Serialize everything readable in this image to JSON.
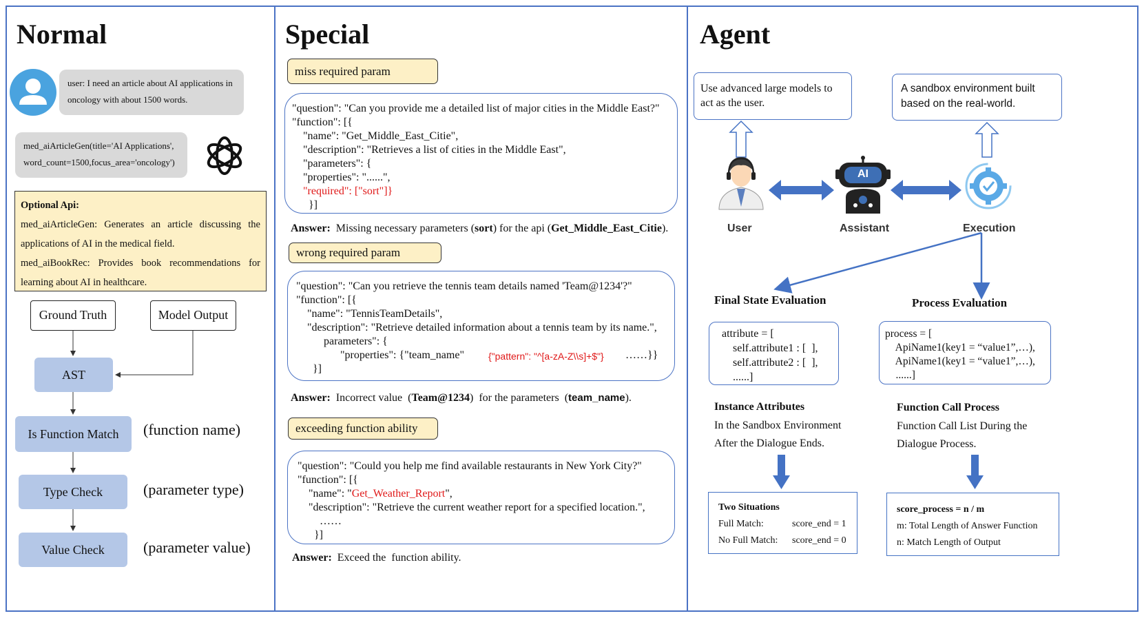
{
  "headings": {
    "normal": "Normal",
    "special": "Special",
    "agent": "Agent"
  },
  "normal": {
    "user_message": "user: I need an article about AI applications in oncology with about 1500 words.",
    "assistant_call": "med_aiArticleGen(title='AI   Applications', word_count=1500,focus_area='oncology')",
    "optional_api": {
      "title": "Optional Api:",
      "line1": "med_aiArticleGen: Generates an article discussing the applications of AI in the medical field.",
      "line2": "med_aiBookRec: Provides book recommendations for learning about AI in healthcare."
    },
    "ground_truth": "Ground Truth",
    "model_output": "Model Output",
    "ast": "AST",
    "steps": [
      {
        "label": "Is Function Match",
        "note": "(function name)"
      },
      {
        "label": "Type Check",
        "note": "(parameter type)"
      },
      {
        "label": "Value Check",
        "note": "(parameter value)"
      }
    ]
  },
  "special": {
    "tag1": "miss required param",
    "code1": [
      "\"question\": \"Can you provide me a detailed list of major cities in the Middle East?\"",
      "\"function\": [{",
      "    \"name\": \"Get_Middle_East_Citie\",",
      "    \"description\": \"Retrieves a list of cities in the Middle East\",",
      "    \"parameters\": {",
      "    \"properties\": \"......\",",
      "    \"required\": [\"sort\"]}",
      "      }]"
    ],
    "answer1": {
      "label": "Answer:",
      "pre": "  Missing necessary parameters (",
      "b1": "sort",
      "mid": ") for the api (",
      "b2": "Get_Middle_East_Citie",
      "post": ")."
    },
    "tag2": "wrong required param",
    "code2": [
      "\"question\": \"Can you retrieve the tennis team details named 'Team@1234'?\"",
      "\"function\": [{",
      "    \"name\": \"TennisTeamDetails\",",
      "    \"description\": \"Retrieve detailed information about a tennis team by its name.\",",
      "          parameters\": {",
      "                \"properties\": {\"team_name\"",
      "{\"pattern\": \"^[a-zA-Z\\\\s]+$\"}",
      " ……}}",
      "      }]"
    ],
    "answer2": {
      "label": "Answer:",
      "pre": "  Incorrect value  (",
      "b1": "Team@1234",
      "mid": ")  for the parameters  (",
      "b2": "team_name",
      "post": ")."
    },
    "tag3": "exceeding function ability",
    "code3": [
      "\"question\": \"Could you help me find available restaurants in New York City?\"",
      "\"function\": [{",
      "    \"name\": \"",
      "Get_Weather_Report",
      "\",",
      "    \"description\": \"Retrieve the current weather report for a specified location.\",",
      "        ……",
      "      }]"
    ],
    "answer3": {
      "label": "Answer:",
      "text": "  Exceed the  function ability."
    }
  },
  "agent": {
    "user_box": "Use advanced large models to act as the user.",
    "env_box": "A sandbox environment built based on the real-world.",
    "user_label": "User",
    "assistant_label": "Assistant",
    "execution_label": "Execution",
    "ai_text": "AI",
    "final_state": "Final State Evaluation",
    "process_eval": "Process Evaluation",
    "attr_code": [
      "attribute = [",
      "    self.attribute1 : [  ],",
      "    self.attribute2 : [  ],",
      "    ......]"
    ],
    "proc_code": [
      "process = [",
      "    ApiName1(key1 = “value1”,…),",
      "    ApiName1(key1 = “value1”,…),",
      "    ......]"
    ],
    "instance_title": "Instance Attributes",
    "instance_l1": "In the Sandbox Environment",
    "instance_l2": "After the Dialogue Ends.",
    "fcp_title": "Function Call Process",
    "fcp_l1": "Function Call List During the",
    "fcp_l2": "Dialogue Process.",
    "two_situations": "Two Situations",
    "full_match": "Full Match:",
    "full_score": "score_end = 1",
    "no_full_match": "No Full Match:",
    "no_full_score": "score_end = 0",
    "score_process": "score_process = n / m",
    "m_def": "m: Total Length of Answer Function",
    "n_def": "n: Match Length of Output"
  },
  "colors": {
    "frame": "#4a72c4",
    "yellow": "#fdf0c6",
    "blue_box": "#b4c7e7",
    "red": "#e01818",
    "arrow_blue": "#4472c4"
  }
}
